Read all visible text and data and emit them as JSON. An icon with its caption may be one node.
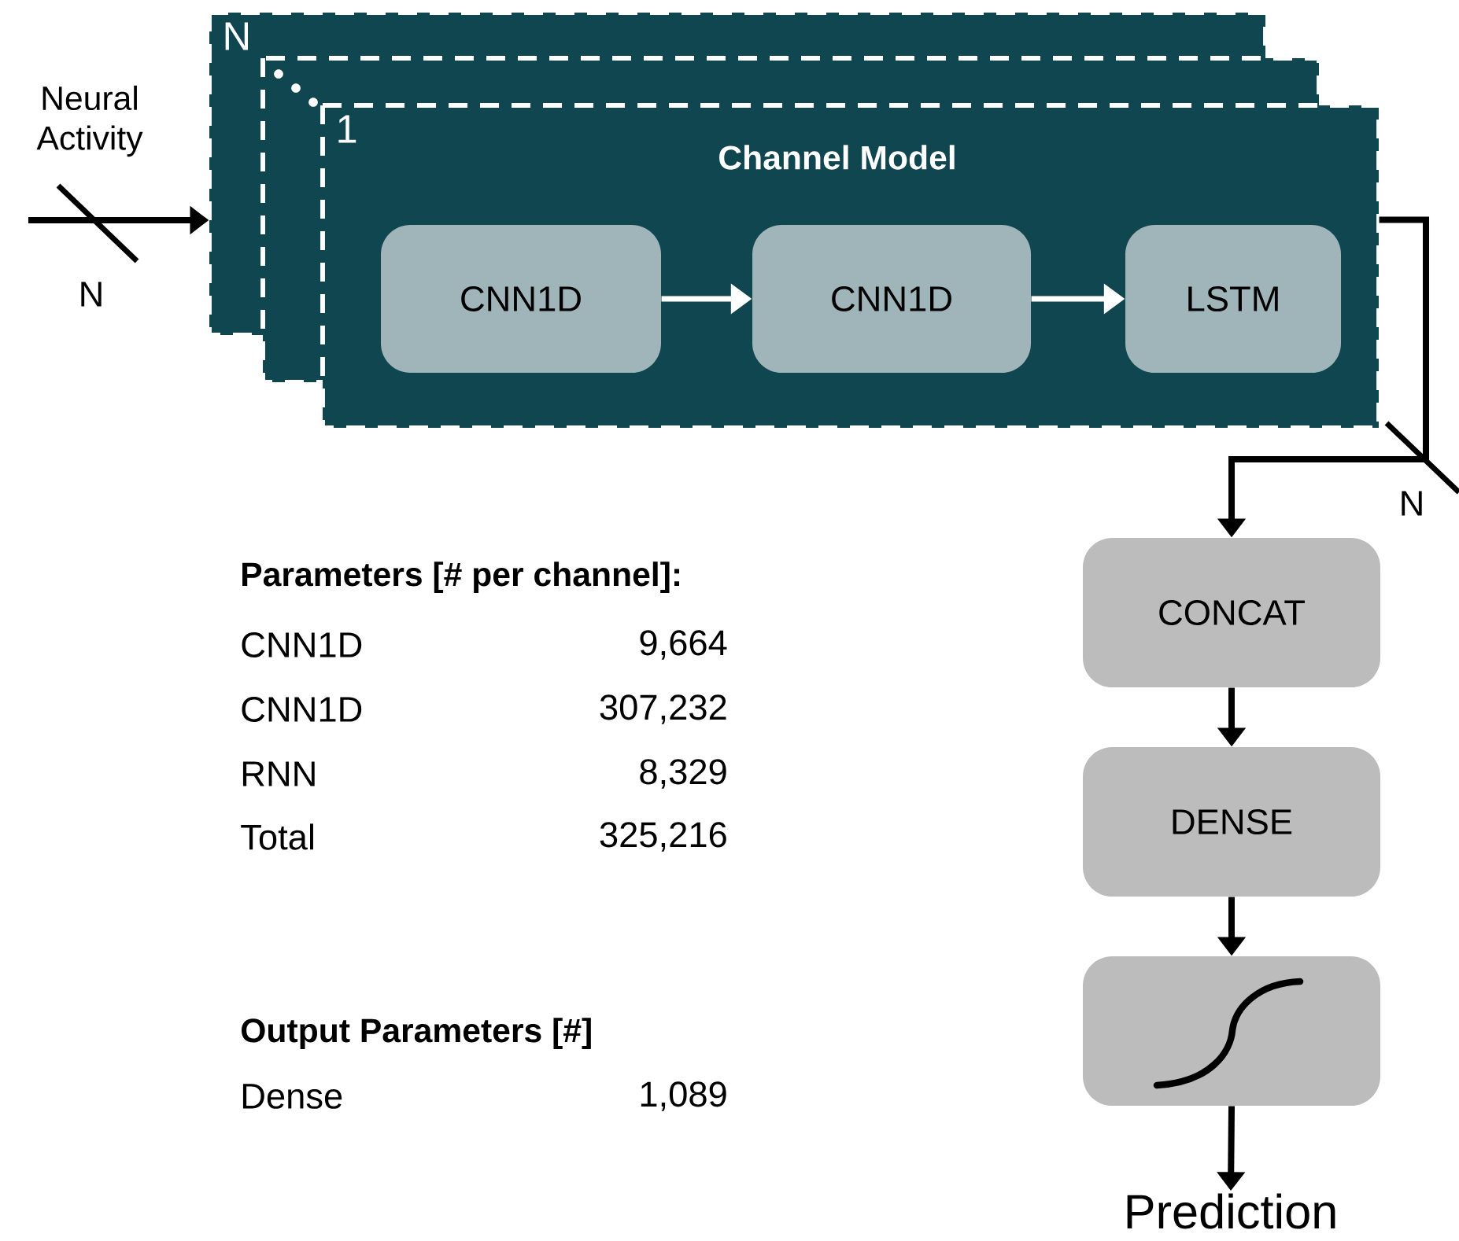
{
  "diagram": {
    "nodes": [
      {
        "text": [
          "N",
          "1",
          "Channel Model"
        ]
      },
      {
        "text": [
          "CNN1D"
        ],
        "in": 0
      },
      {
        "text": [
          "CNN1D"
        ],
        "in": 0
      },
      {
        "text": [
          "LSTM"
        ],
        "in": 0
      },
      {
        "text": [
          "CONCAT"
        ]
      },
      {
        "text": [
          "DENSE"
        ]
      },
      {
        "text": [],
        "shape": "box"
      },
      {
        "text": [
          "Prediction"
        ]
      }
    ],
    "edges": [
      {
        "from": null,
        "to": 0,
        "arrow": "to",
        "label": "Neural Activity"
      },
      {
        "from": 1,
        "to": 2,
        "arrow": "to",
        "color": "#ffffff"
      },
      {
        "from": 2,
        "to": 3,
        "arrow": "to",
        "color": "#ffffff"
      },
      {
        "from": 0,
        "to": 4,
        "arrow": "to"
      },
      {
        "from": 4,
        "to": 5,
        "arrow": "to"
      },
      {
        "from": 5,
        "to": 6,
        "arrow": "to"
      },
      {
        "from": 6,
        "to": 7,
        "arrow": "to"
      }
    ],
    "labels": [
      "N",
      "N",
      "Parameters [# per channel]:",
      "CNN1D",
      "9,664",
      "CNN1D",
      "307,232",
      "RNN",
      "8,329",
      "Total",
      "325,216",
      "Output Parameters [#]",
      "Dense",
      "1,089"
    ]
  }
}
